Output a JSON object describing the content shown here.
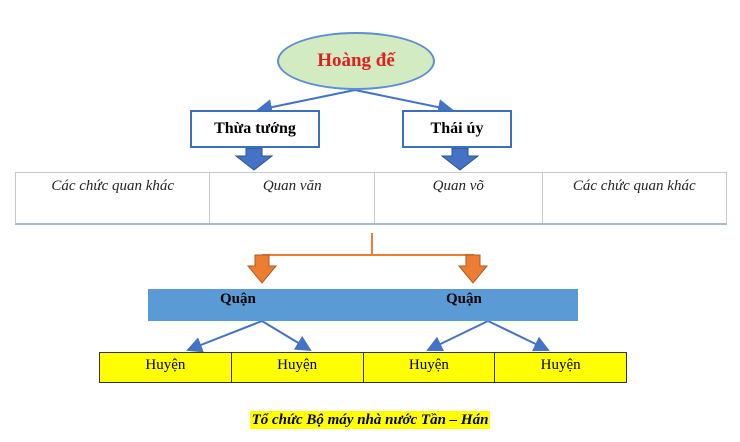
{
  "top": {
    "label": "Hoàng đế"
  },
  "ministers": [
    {
      "label": "Thừa tướng"
    },
    {
      "label": "Thái úy"
    }
  ],
  "officials": [
    "Các chức quan khác",
    "Quan văn",
    "Quan võ",
    "Các chức quan khác"
  ],
  "provinces": [
    "Quận",
    "Quận"
  ],
  "districts": [
    "Huyện",
    "Huyện",
    "Huyện",
    "Huyện"
  ],
  "caption": "Tổ chức Bộ máy nhà nước Tần – Hán",
  "colors": {
    "ellipse_fill": "#d2ebc0",
    "ellipse_border": "#5b8ed4",
    "title_text": "#e01e1e",
    "box_border": "#3e6fba",
    "blue_arrow": "#4472c4",
    "orange_arrow": "#ed7d31",
    "band": "#5b9bd5",
    "district_fill": "#ffff00"
  }
}
